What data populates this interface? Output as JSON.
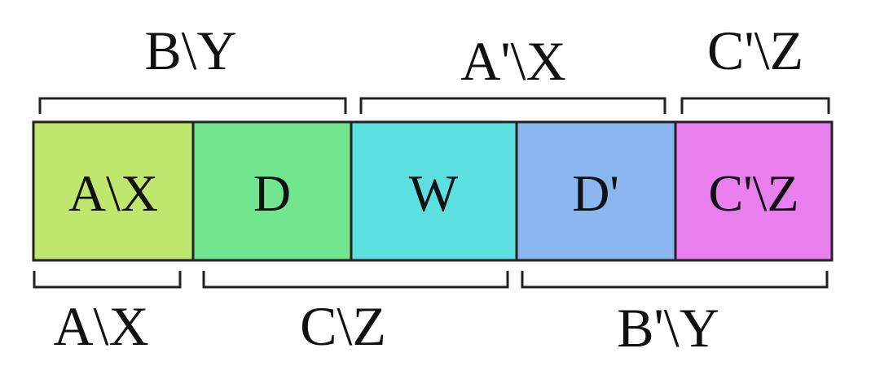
{
  "segments": [
    {
      "label": "A\\X",
      "color": "#bfe66d"
    },
    {
      "label": "D",
      "color": "#72e58f"
    },
    {
      "label": "W",
      "color": "#5ce0df"
    },
    {
      "label": "D'",
      "color": "#8bb7f0"
    },
    {
      "label": "C'\\Z",
      "color": "#e97fef"
    }
  ],
  "top_brackets": [
    {
      "label": "B\\Y"
    },
    {
      "label": "A'\\X"
    },
    {
      "label": "C'\\Z"
    }
  ],
  "bottom_brackets": [
    {
      "label": "A\\X"
    },
    {
      "label": "C\\Z"
    },
    {
      "label": "B'\\Y"
    }
  ]
}
